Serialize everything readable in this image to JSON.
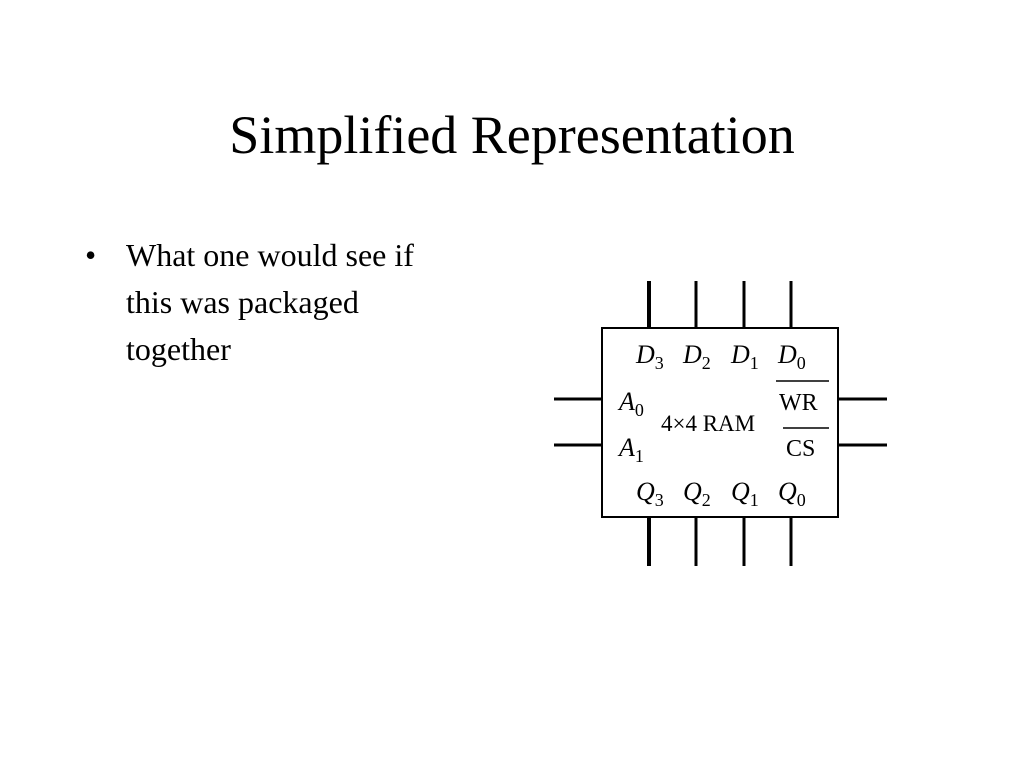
{
  "slide": {
    "title": "Simplified Representation",
    "bullets": [
      {
        "marker": "•",
        "text": "What one would see if\nthis was packaged\ntogether"
      }
    ]
  },
  "diagram": {
    "center_label": "4×4 RAM",
    "data_inputs": [
      {
        "letter": "D",
        "sub": "3"
      },
      {
        "letter": "D",
        "sub": "2"
      },
      {
        "letter": "D",
        "sub": "1"
      },
      {
        "letter": "D",
        "sub": "0"
      }
    ],
    "data_outputs": [
      {
        "letter": "Q",
        "sub": "3"
      },
      {
        "letter": "Q",
        "sub": "2"
      },
      {
        "letter": "Q",
        "sub": "1"
      },
      {
        "letter": "Q",
        "sub": "0"
      }
    ],
    "address_inputs": [
      {
        "letter": "A",
        "sub": "0"
      },
      {
        "letter": "A",
        "sub": "1"
      }
    ],
    "control_inputs": [
      {
        "label": "WR",
        "active_low": true
      },
      {
        "label": "CS",
        "active_low": true
      }
    ]
  }
}
